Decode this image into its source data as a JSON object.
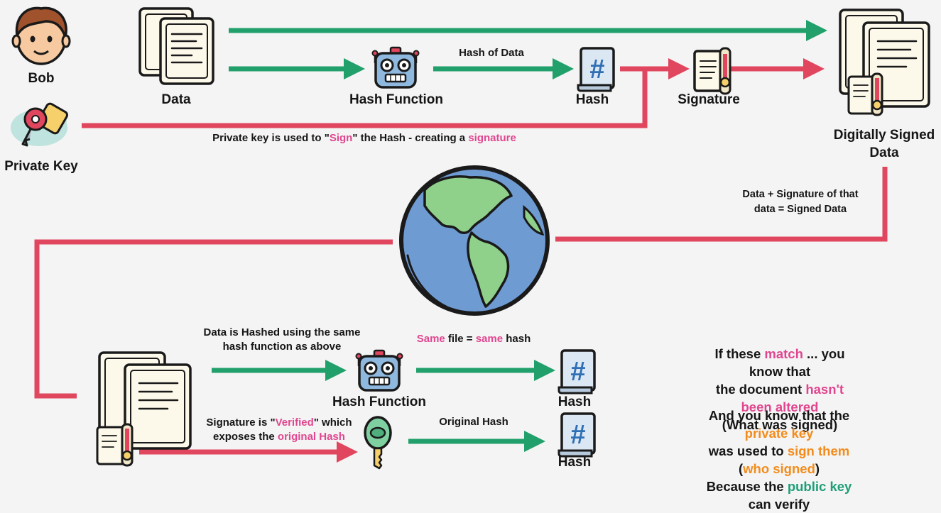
{
  "colors": {
    "green": "#22a06b",
    "red": "#e0465e",
    "pink": "#e0468f",
    "orange": "#f28c1c",
    "teal": "#1e9e77",
    "text": "#151515"
  },
  "icons": {
    "bob": "person-avatar-icon",
    "private_key": "key-tag-icon",
    "data": "documents-icon",
    "hash_function": "robot-icon",
    "hash": "hash-scroll-icon",
    "signature": "signature-certificate-icon",
    "signed_data": "signed-documents-icon",
    "globe": "globe-icon",
    "public_key": "green-key-icon"
  },
  "labels": {
    "bob": "Bob",
    "private_key": "Private Key",
    "data": "Data",
    "hash_function_top": "Hash Function",
    "hash_of_data": "Hash of Data",
    "hash_top": "Hash",
    "signature": "Signature",
    "digitally_signed_data_1": "Digitally Signed",
    "digitally_signed_data_2": "Data",
    "data_plus_sig_1": "Data + Signature of that",
    "data_plus_sig_2": "data = Signed Data",
    "hashed_same_1": "Data is Hashed using the same",
    "hashed_same_2": "hash function as above",
    "hash_function_bottom": "Hash Function",
    "hash_bottom_1": "Hash",
    "original_hash": "Original Hash",
    "hash_bottom_2": "Hash"
  },
  "sign_caption": {
    "p1": "Private key is used to \"",
    "p2": "Sign",
    "p3": "\" the Hash  - creating a ",
    "p4": "signature"
  },
  "same_hash": {
    "p1": "Same",
    "p2": " file = ",
    "p3": "same",
    "p4": " hash"
  },
  "verified": {
    "l1a": "Signature is \"",
    "l1b": "Verified",
    "l1c": "\" which",
    "l2a": "exposes the ",
    "l2b": "original Hash"
  },
  "conclusion": {
    "l1a": "If these ",
    "l1b": "match",
    "l1c": " ... you know that",
    "l2a": "the document ",
    "l2b": "hasn't been altered",
    "l3": "(What was signed)",
    "l4a": "And you know that the ",
    "l4b": "private key",
    "l5a": "was used to ",
    "l5b": "sign them",
    "l5c": " (",
    "l5d": "who signed",
    "l5e": ")",
    "l6a": "Because the ",
    "l6b": "public key",
    "l6c": " can verify"
  }
}
